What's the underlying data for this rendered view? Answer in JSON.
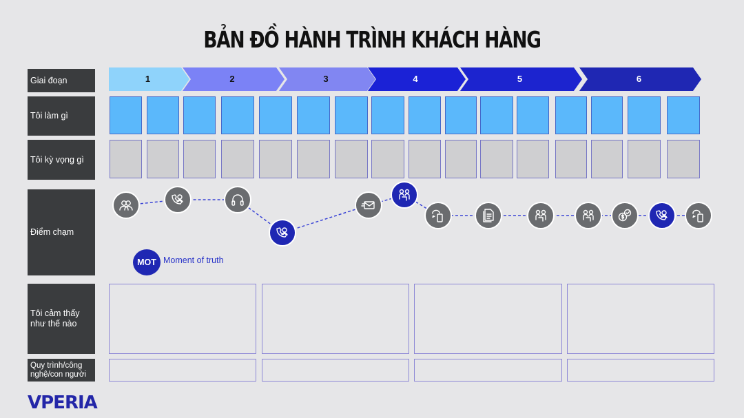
{
  "title": "BẢN ĐỒ HÀNH TRÌNH KHÁCH HÀNG",
  "row_labels": {
    "stage": "Giai đoạn",
    "do": "Tôi làm gì",
    "expect": "Tôi kỳ vọng gì",
    "touch": "Điểm chạm",
    "feel": "Tôi cảm thấy như thế nào",
    "process": "Quy trình/công nghệ/con người"
  },
  "stages": [
    {
      "label": "1",
      "color": "#8fd3fb",
      "text_color": "#111111"
    },
    {
      "label": "2",
      "color": "#7b82f6",
      "text_color": "#111111"
    },
    {
      "label": "3",
      "color": "#8186f2",
      "text_color": "#111111"
    },
    {
      "label": "4",
      "color": "#1b22d6",
      "text_color": "#ffffff"
    },
    {
      "label": "5",
      "color": "#1c24cf",
      "text_color": "#ffffff"
    },
    {
      "label": "6",
      "color": "#1f27b3",
      "text_color": "#ffffff"
    }
  ],
  "touchpoints": [
    {
      "icon": "group-icon",
      "style": "gray"
    },
    {
      "icon": "phone-agent-icon",
      "style": "gray"
    },
    {
      "icon": "headphones-icon",
      "style": "gray"
    },
    {
      "icon": "phone-agent-icon",
      "style": "blue"
    },
    {
      "icon": "mail-icon",
      "style": "gray"
    },
    {
      "icon": "meeting-icon",
      "style": "blue"
    },
    {
      "icon": "chat-mobile-icon",
      "style": "gray"
    },
    {
      "icon": "document-icon",
      "style": "gray"
    },
    {
      "icon": "meeting-icon",
      "style": "gray"
    },
    {
      "icon": "meeting-icon",
      "style": "gray"
    },
    {
      "icon": "payment-icon",
      "style": "gray"
    },
    {
      "icon": "phone-agent-icon",
      "style": "blue"
    },
    {
      "icon": "chat-mobile-icon",
      "style": "gray"
    }
  ],
  "legend": {
    "badge": "MOT",
    "text": "Moment of truth"
  },
  "logo": "VPERIA",
  "colors": {
    "do_cell": "#5bb8fb",
    "expect_cell": "#cfcfd1",
    "mot_blue": "#1f27b3",
    "gray_icon": "#6a6c6f",
    "label_bg": "#3a3c3e"
  }
}
